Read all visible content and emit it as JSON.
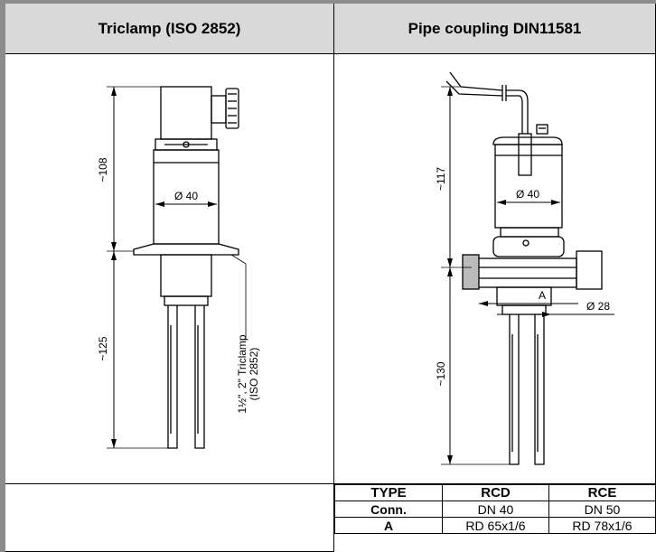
{
  "headers": {
    "left": "Triclamp (ISO 2852)",
    "right": "Pipe coupling DIN11581"
  },
  "left_drawing": {
    "dim_top": "~108",
    "dim_bottom": "~125",
    "diameter": "Ø 40",
    "leader_line1": "1½\", 2\" Triclamp",
    "leader_line2": "(ISO 2852)"
  },
  "right_drawing": {
    "dim_top": "~117",
    "dim_bottom": "~130",
    "diameter": "Ø 40",
    "diameter_small": "Ø 28",
    "label_a": "A"
  },
  "spec_table": {
    "header": [
      "TYPE",
      "RCD",
      "RCE"
    ],
    "rows": [
      [
        "Conn.",
        "DN 40",
        "DN 50"
      ],
      [
        "A",
        "RD 65x1/6",
        "RD 78x1/6"
      ]
    ]
  }
}
